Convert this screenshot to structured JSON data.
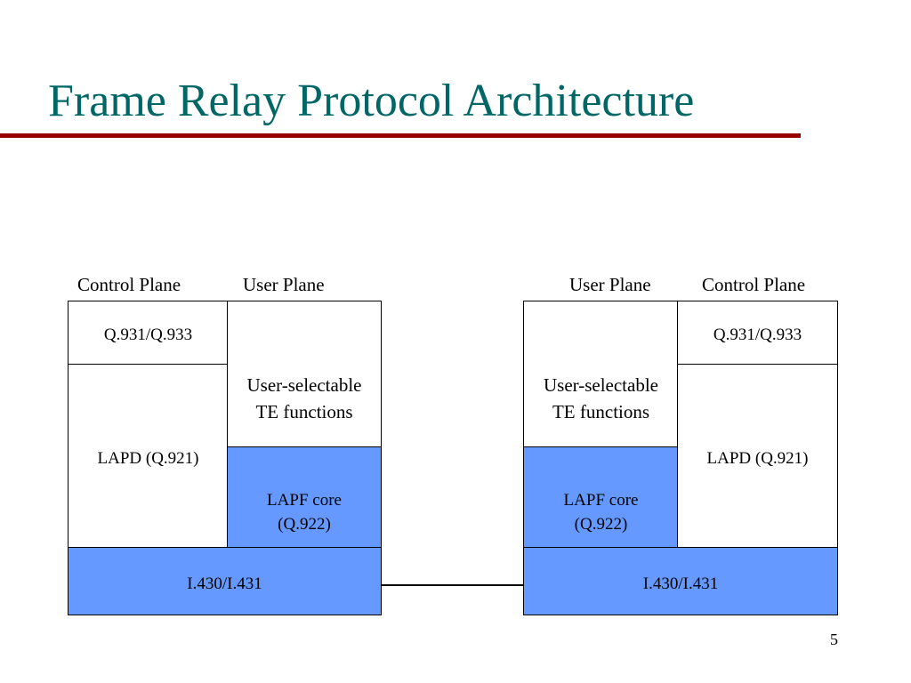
{
  "slide": {
    "title": "Frame Relay Protocol Architecture",
    "page_number": "5"
  },
  "colors": {
    "title": "#006666",
    "rule": "#990000",
    "highlight_fill": "#6699ff"
  },
  "left_stack": {
    "control_plane_label": "Control Plane",
    "user_plane_label": "User Plane",
    "q931": "Q.931/Q.933",
    "lapd": "LAPD (Q.921)",
    "user_selectable_line1": "User-selectable",
    "user_selectable_line2": "TE functions",
    "lapf_line1": "LAPF core",
    "lapf_line2": "(Q.922)",
    "physical": "I.430/I.431"
  },
  "right_stack": {
    "user_plane_label": "User Plane",
    "control_plane_label": "Control Plane",
    "q931": "Q.931/Q.933",
    "lapd": "LAPD (Q.921)",
    "user_selectable_line1": "User-selectable",
    "user_selectable_line2": "TE functions",
    "lapf_line1": "LAPF core",
    "lapf_line2": "(Q.922)",
    "physical": "I.430/I.431"
  }
}
